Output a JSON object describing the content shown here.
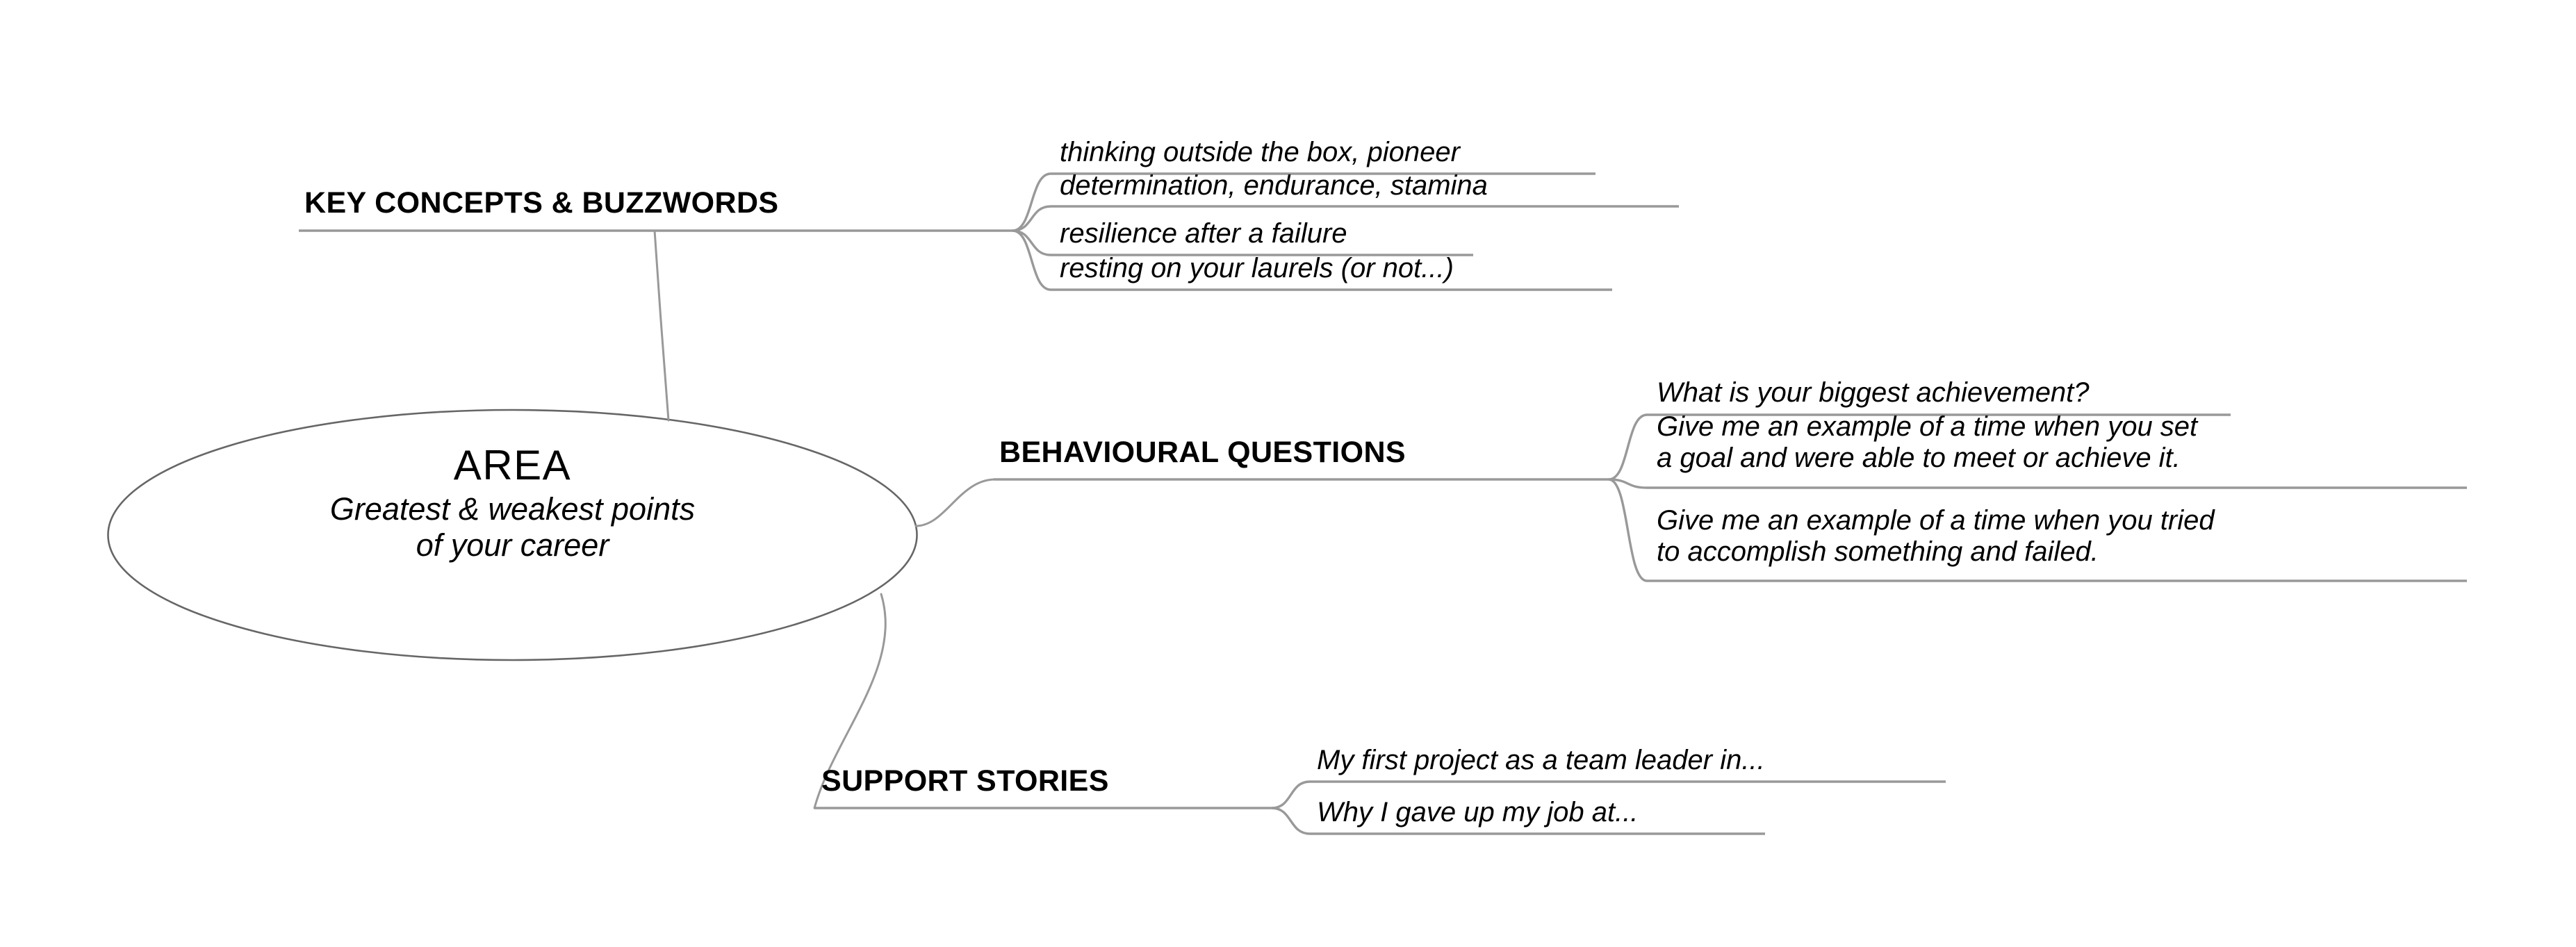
{
  "diagram": {
    "type": "mind-map",
    "title_visible": false,
    "background_color": "#ffffff",
    "line_color": "#999999",
    "oval_stroke_color": "#666666",
    "text_color": "#000000",
    "root": {
      "title": "AREA",
      "subtitle_line1": "Greatest & weakest points",
      "subtitle_line2": "of your career"
    },
    "branches": [
      {
        "label": "KEY CONCEPTS & BUZZWORDS",
        "items": [
          {
            "lines": [
              "thinking outside the box, pioneer"
            ]
          },
          {
            "lines": [
              "determination, endurance, stamina"
            ]
          },
          {
            "lines": [
              "resilience after a failure"
            ]
          },
          {
            "lines": [
              "resting on your laurels (or not...)"
            ]
          }
        ]
      },
      {
        "label": "BEHAVIOURAL QUESTIONS",
        "items": [
          {
            "lines": [
              "What is your biggest achievement?"
            ]
          },
          {
            "lines": [
              "Give me an example of a time when you set",
              "a goal and were able to meet or achieve it."
            ]
          },
          {
            "lines": [
              "Give me an example of a time when you tried",
              "to accomplish something and failed."
            ]
          }
        ]
      },
      {
        "label": "SUPPORT STORIES",
        "items": [
          {
            "lines": [
              "My first project as a team leader in..."
            ]
          },
          {
            "lines": [
              "Why I gave up my job at..."
            ]
          }
        ]
      }
    ]
  }
}
